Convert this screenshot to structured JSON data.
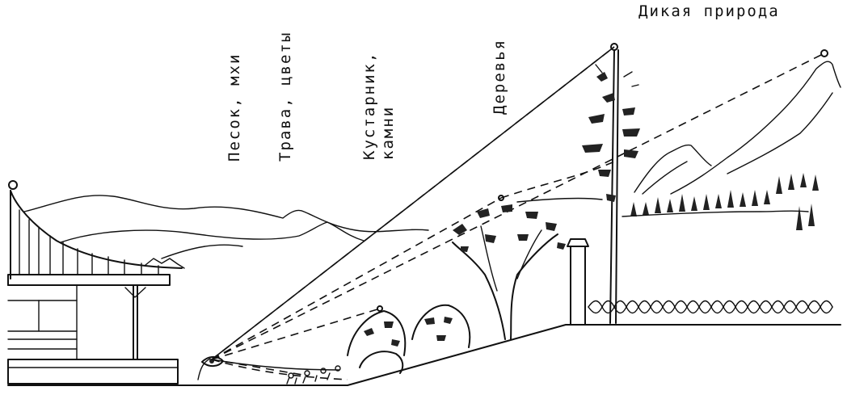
{
  "labels": {
    "sand_moss": "Песок, мхи",
    "grass_flowers": "Трава, цветы",
    "shrubs_stones_1": "Кустарник,",
    "shrubs_stones_2": "камни",
    "trees": "Деревья",
    "wilderness": "Дикая природа"
  },
  "colors": {
    "ink": "#111111",
    "background": "#ffffff"
  }
}
